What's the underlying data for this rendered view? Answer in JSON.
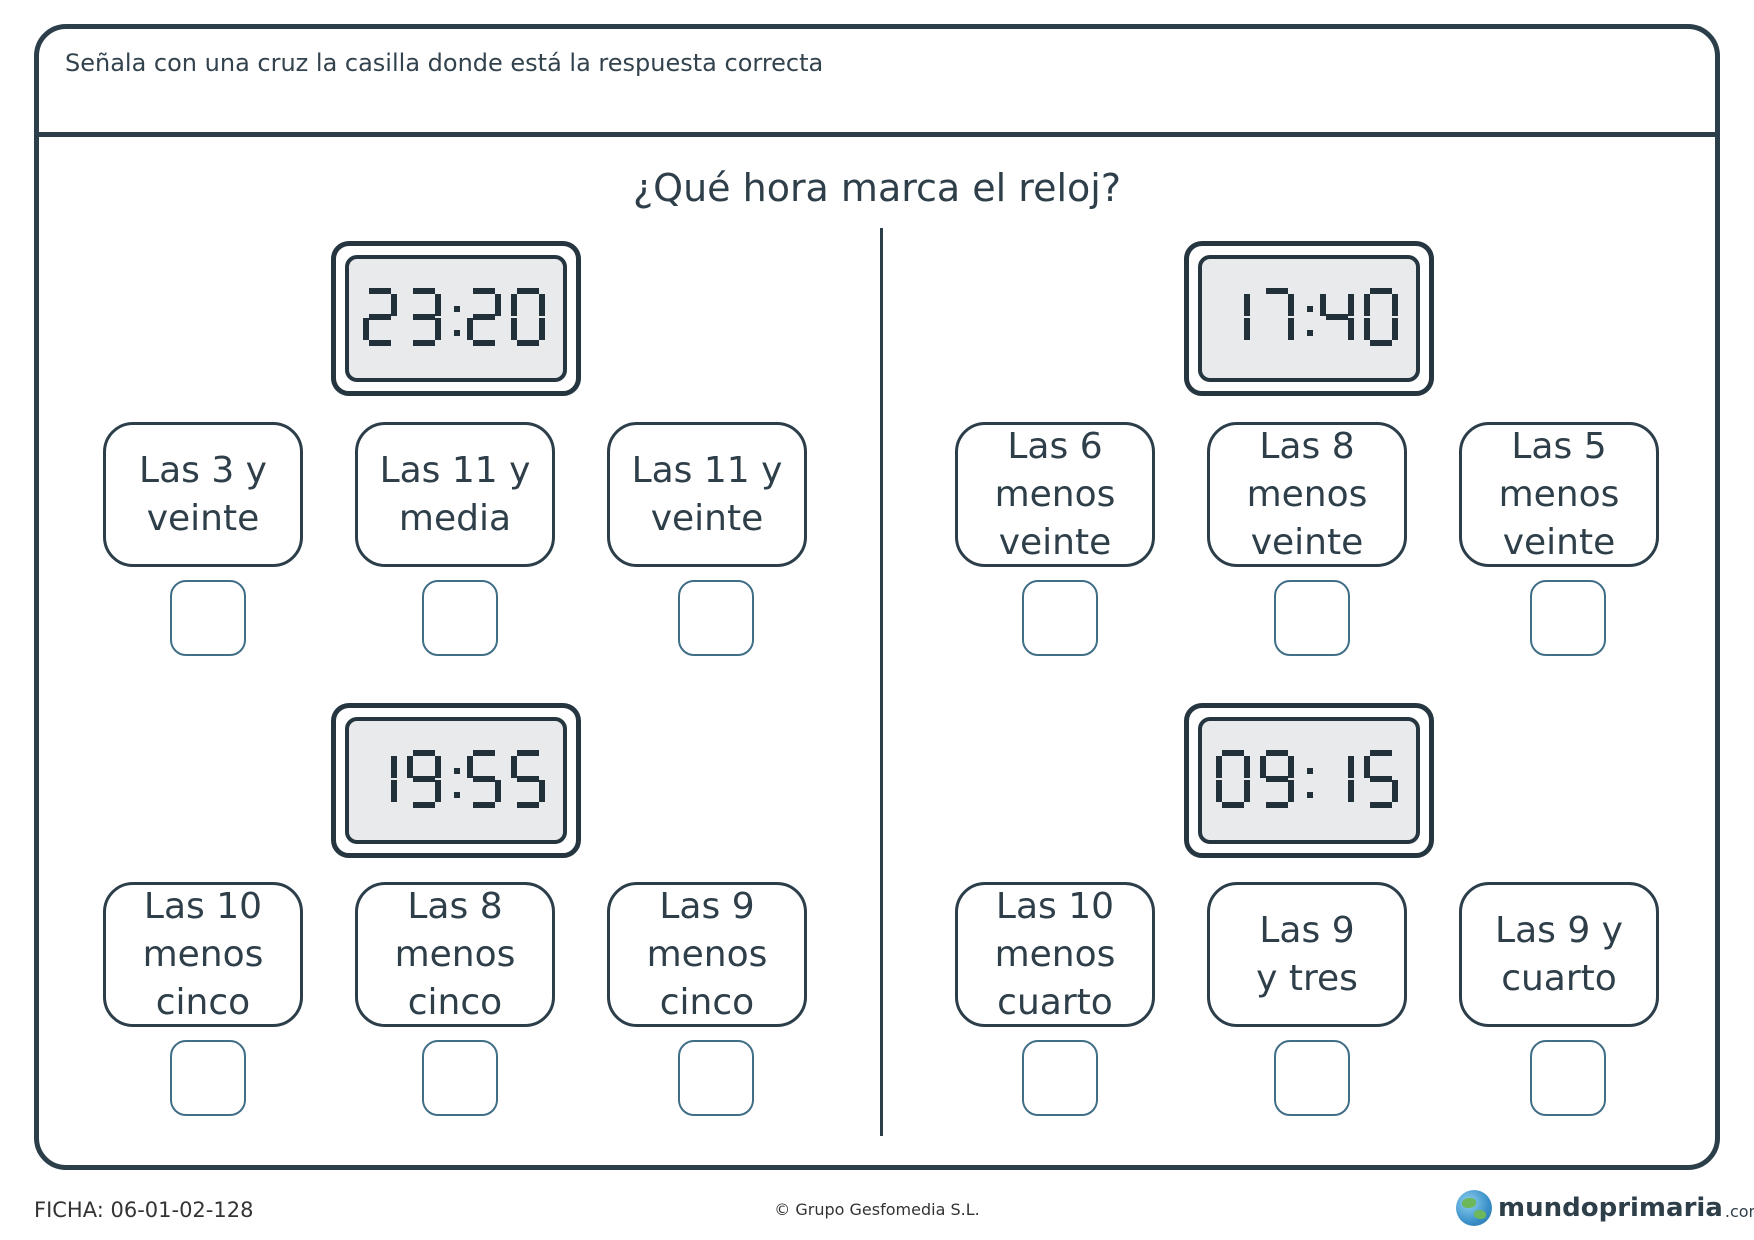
{
  "instruction": "Señala con una cruz la casilla donde está la respuesta correcta",
  "question": "¿Qué hora marca el reloj?",
  "exercises": [
    {
      "time": "23:20",
      "options": [
        "Las 3 y\nveinte",
        "Las 11 y\nmedia",
        "Las 11 y\nveinte"
      ]
    },
    {
      "time": "17:40",
      "options": [
        "Las 6\nmenos\nveinte",
        "Las 8\nmenos\nveinte",
        "Las 5\nmenos\nveinte"
      ]
    },
    {
      "time": "19:55",
      "options": [
        "Las 10\nmenos\ncinco",
        "Las 8\nmenos\ncinco",
        "Las 9\nmenos\ncinco"
      ]
    },
    {
      "time": "09:15",
      "options": [
        "Las 10\nmenos\ncuarto",
        "Las 9\ny tres",
        "Las 9 y\ncuarto"
      ]
    }
  ],
  "footer": {
    "code": "FICHA: 06-01-02-128",
    "copyright": "© Grupo Gesfomedia S.L.",
    "logo_main": "mundoprimaria",
    "logo_sub": ".com"
  },
  "colors": {
    "ink": "#2b3e4a",
    "checkbox_border": "#3f6e86",
    "screen": "#e9eaec"
  }
}
